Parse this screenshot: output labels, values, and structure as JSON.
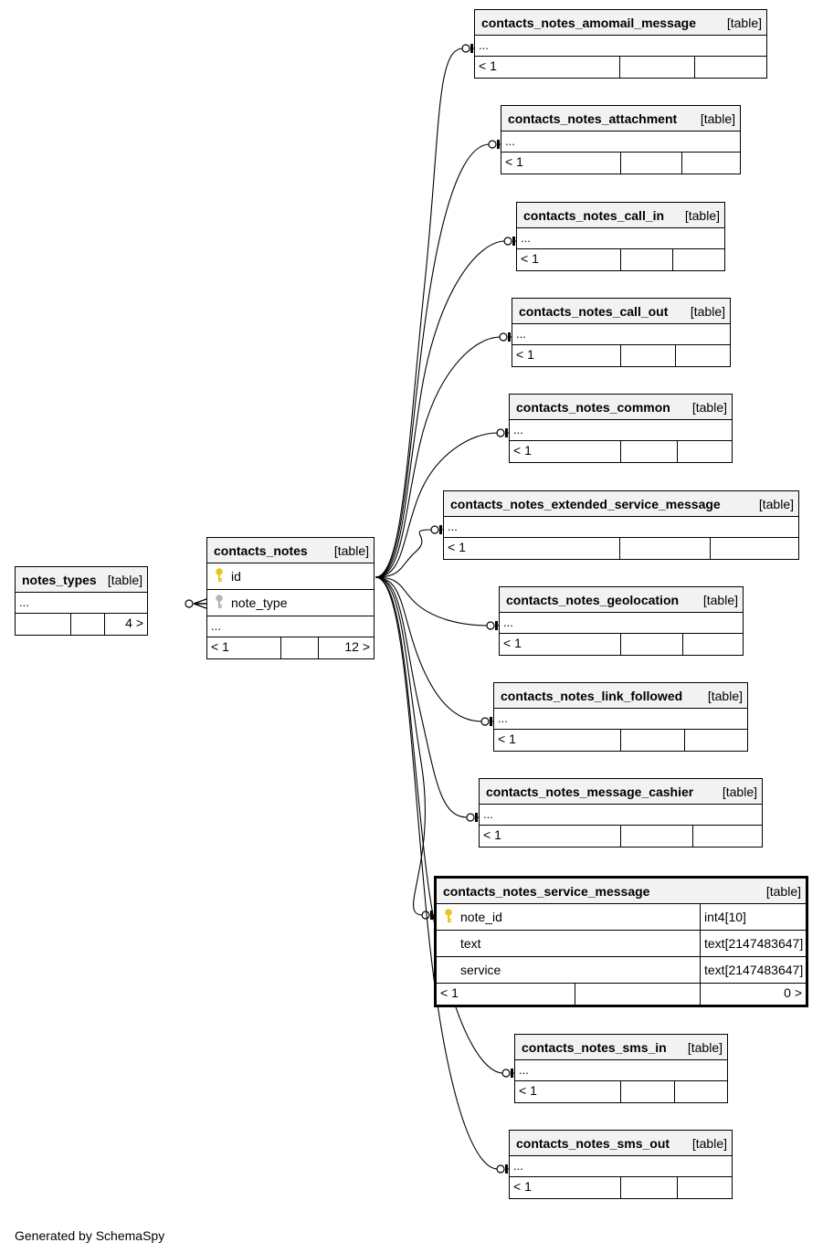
{
  "tables": [
    {
      "id": "notes_types",
      "name": "notes_types",
      "type": "[table]",
      "columns": [],
      "ellipsis": "...",
      "footer": {
        "left": "",
        "mid": "",
        "right": "4 >"
      },
      "selected": false
    },
    {
      "id": "contacts_notes",
      "name": "contacts_notes",
      "type": "[table]",
      "columns": [
        {
          "name": "id",
          "key": "primary",
          "datatype": ""
        },
        {
          "name": "note_type",
          "key": "foreign",
          "datatype": ""
        }
      ],
      "ellipsis": "...",
      "footer": {
        "left": "< 1",
        "mid": "",
        "right": "12 >"
      },
      "selected": false
    },
    {
      "id": "amomail",
      "name": "contacts_notes_amomail_message",
      "type": "[table]",
      "columns": [],
      "ellipsis": "...",
      "footer": {
        "left": "< 1",
        "mid": "",
        "right": ""
      },
      "selected": false
    },
    {
      "id": "attachment",
      "name": "contacts_notes_attachment",
      "type": "[table]",
      "columns": [],
      "ellipsis": "...",
      "footer": {
        "left": "< 1",
        "mid": "",
        "right": ""
      },
      "selected": false
    },
    {
      "id": "call_in",
      "name": "contacts_notes_call_in",
      "type": "[table]",
      "columns": [],
      "ellipsis": "...",
      "footer": {
        "left": "< 1",
        "mid": "",
        "right": ""
      },
      "selected": false
    },
    {
      "id": "call_out",
      "name": "contacts_notes_call_out",
      "type": "[table]",
      "columns": [],
      "ellipsis": "...",
      "footer": {
        "left": "< 1",
        "mid": "",
        "right": ""
      },
      "selected": false
    },
    {
      "id": "common",
      "name": "contacts_notes_common",
      "type": "[table]",
      "columns": [],
      "ellipsis": "...",
      "footer": {
        "left": "< 1",
        "mid": "",
        "right": ""
      },
      "selected": false
    },
    {
      "id": "ext_service",
      "name": "contacts_notes_extended_service_message",
      "type": "[table]",
      "columns": [],
      "ellipsis": "...",
      "footer": {
        "left": "< 1",
        "mid": "",
        "right": ""
      },
      "selected": false
    },
    {
      "id": "geolocation",
      "name": "contacts_notes_geolocation",
      "type": "[table]",
      "columns": [],
      "ellipsis": "...",
      "footer": {
        "left": "< 1",
        "mid": "",
        "right": ""
      },
      "selected": false
    },
    {
      "id": "link_followed",
      "name": "contacts_notes_link_followed",
      "type": "[table]",
      "columns": [],
      "ellipsis": "...",
      "footer": {
        "left": "< 1",
        "mid": "",
        "right": ""
      },
      "selected": false
    },
    {
      "id": "cashier",
      "name": "contacts_notes_message_cashier",
      "type": "[table]",
      "columns": [],
      "ellipsis": "...",
      "footer": {
        "left": "< 1",
        "mid": "",
        "right": ""
      },
      "selected": false
    },
    {
      "id": "service_message",
      "name": "contacts_notes_service_message",
      "type": "[table]",
      "columns": [
        {
          "name": "note_id",
          "key": "primary",
          "datatype": "int4[10]"
        },
        {
          "name": "text",
          "key": "",
          "datatype": "text[2147483647]"
        },
        {
          "name": "service",
          "key": "",
          "datatype": "text[2147483647]"
        }
      ],
      "ellipsis": "",
      "footer": {
        "left": "< 1",
        "mid": "",
        "right": "0 >"
      },
      "selected": true
    },
    {
      "id": "sms_in",
      "name": "contacts_notes_sms_in",
      "type": "[table]",
      "columns": [],
      "ellipsis": "...",
      "footer": {
        "left": "< 1",
        "mid": "",
        "right": ""
      },
      "selected": false
    },
    {
      "id": "sms_out",
      "name": "contacts_notes_sms_out",
      "type": "[table]",
      "columns": [],
      "ellipsis": "...",
      "footer": {
        "left": "< 1",
        "mid": "",
        "right": ""
      },
      "selected": false
    }
  ],
  "relationships": [
    {
      "from": "contacts_notes",
      "to": "notes_types"
    },
    {
      "from": "contacts_notes",
      "to": "amomail"
    },
    {
      "from": "contacts_notes",
      "to": "attachment"
    },
    {
      "from": "contacts_notes",
      "to": "call_in"
    },
    {
      "from": "contacts_notes",
      "to": "call_out"
    },
    {
      "from": "contacts_notes",
      "to": "common"
    },
    {
      "from": "contacts_notes",
      "to": "ext_service"
    },
    {
      "from": "contacts_notes",
      "to": "geolocation"
    },
    {
      "from": "contacts_notes",
      "to": "link_followed"
    },
    {
      "from": "contacts_notes",
      "to": "cashier"
    },
    {
      "from": "contacts_notes",
      "to": "service_message"
    },
    {
      "from": "contacts_notes",
      "to": "sms_in"
    },
    {
      "from": "contacts_notes",
      "to": "sms_out"
    }
  ],
  "credit": "Generated by SchemaSpy",
  "colors": {
    "header_bg": "#f2f2f2",
    "primary_key": "#e6c619",
    "foreign_key": "#b4b4b4",
    "line": "#000000"
  }
}
